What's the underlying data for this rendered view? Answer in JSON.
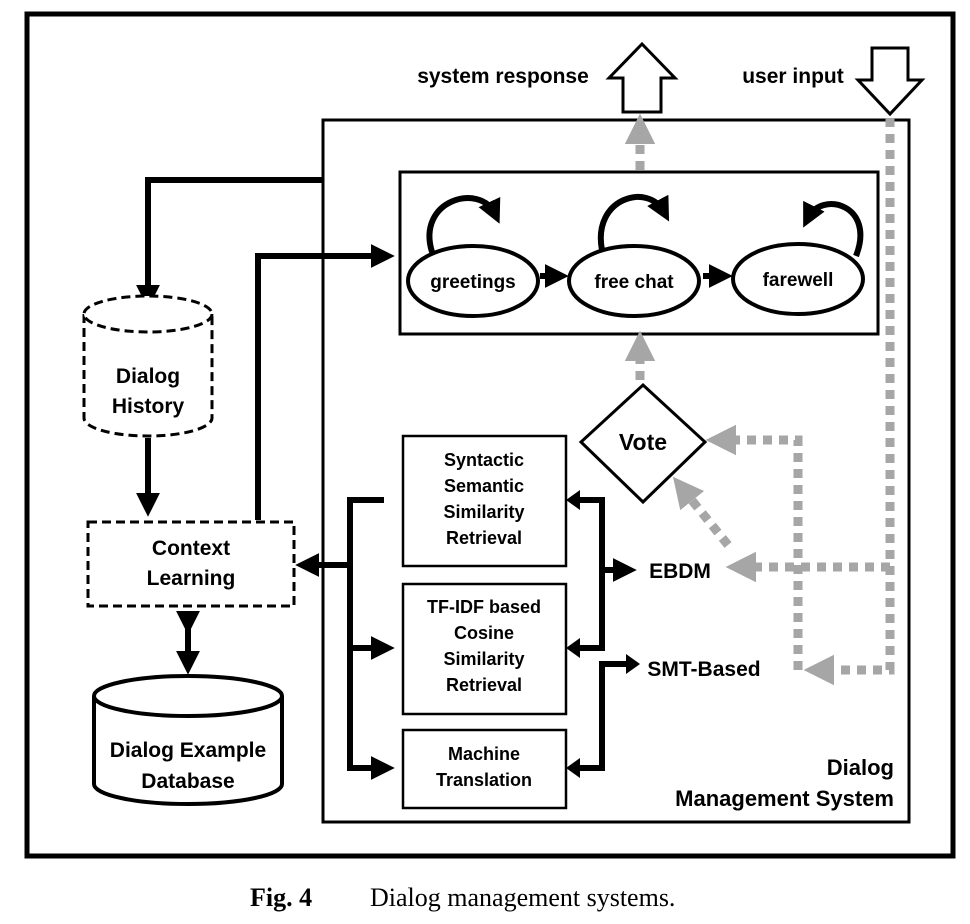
{
  "diagram": {
    "outputs": {
      "system_response": "system response",
      "user_input": "user input"
    },
    "states": {
      "greetings": "greetings",
      "free_chat": "free chat",
      "farewell": "farewell"
    },
    "vote": "Vote",
    "dialog_history": [
      "Dialog",
      "History"
    ],
    "context_learning": [
      "Context",
      "Learning"
    ],
    "database": [
      "Dialog Example",
      "Database"
    ],
    "retrieval": {
      "syntactic": [
        "Syntactic",
        "Semantic",
        "Similarity",
        "Retrieval"
      ],
      "tfidf": [
        "TF-IDF based",
        "Cosine",
        "Similarity",
        "Retrieval"
      ],
      "mt": [
        "Machine",
        "Translation"
      ]
    },
    "ebdm": "EBDM",
    "smt": "SMT-Based",
    "dms_label": [
      "Dialog",
      "Management System"
    ]
  },
  "caption": {
    "label": "Fig. 4",
    "text": "Dialog management systems."
  }
}
